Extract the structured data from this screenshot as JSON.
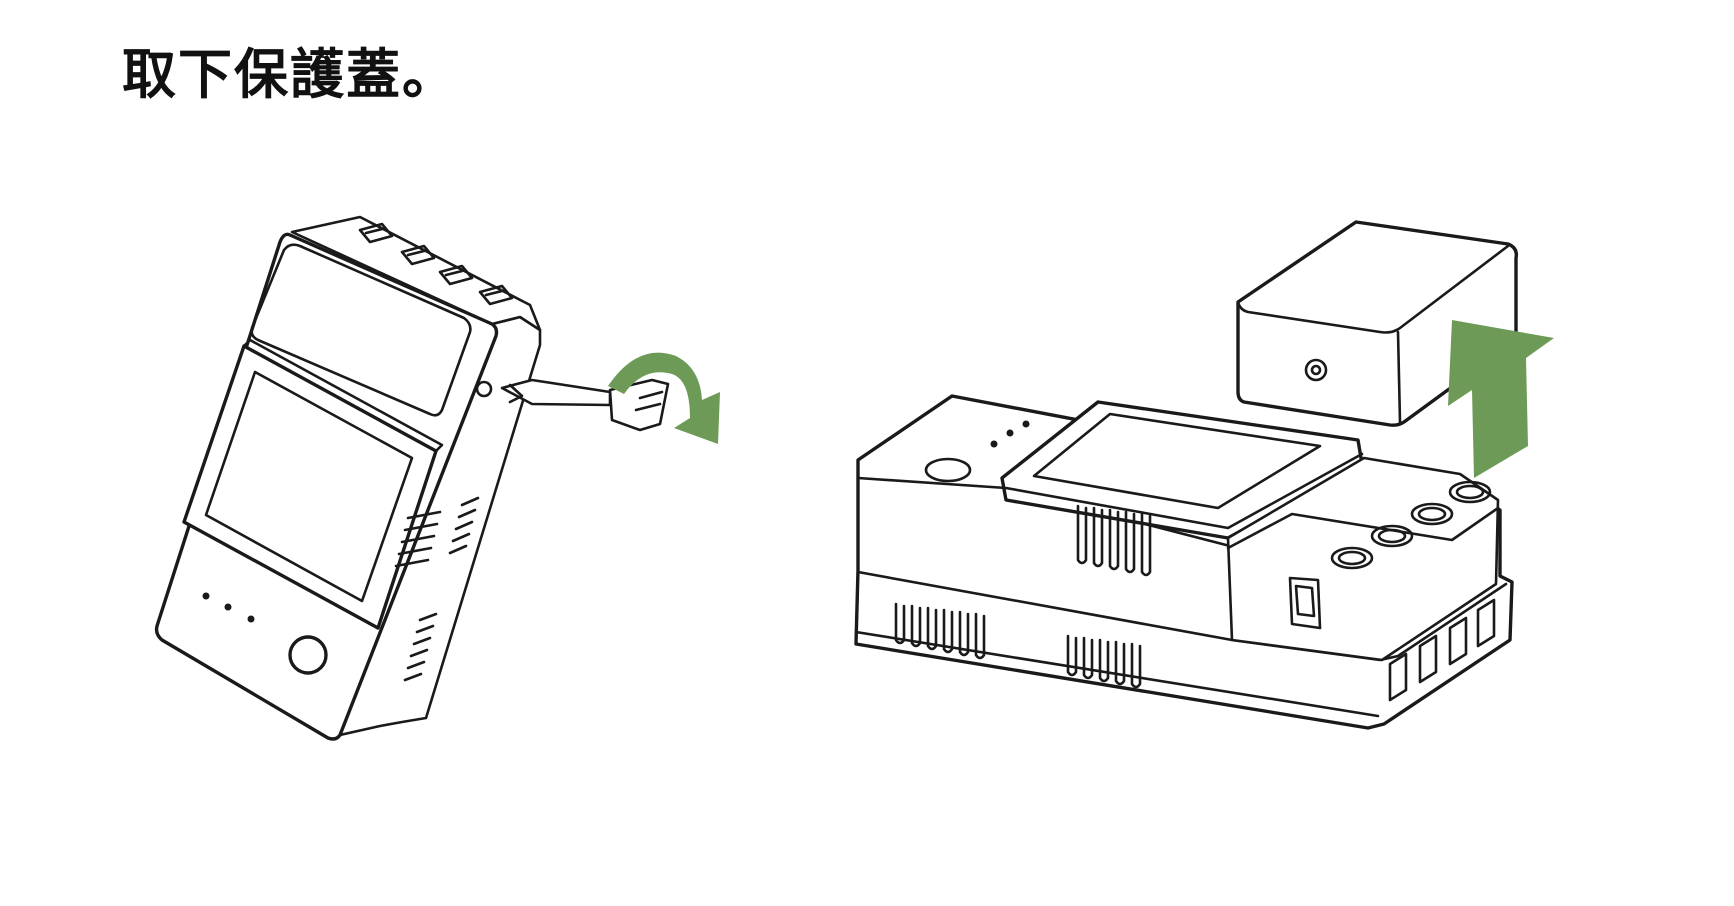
{
  "instruction": {
    "text": "取下保護蓋。"
  },
  "colors": {
    "line": "#1a1a1a",
    "arrow_green": "#6e9a58",
    "background": "#ffffff"
  },
  "icons": {
    "step_one": "device-pry-open-illustration",
    "step_two": "cover-lift-off-illustration",
    "curved_arrow": "curved-arrow-icon",
    "up_arrow": "up-arrow-icon"
  }
}
